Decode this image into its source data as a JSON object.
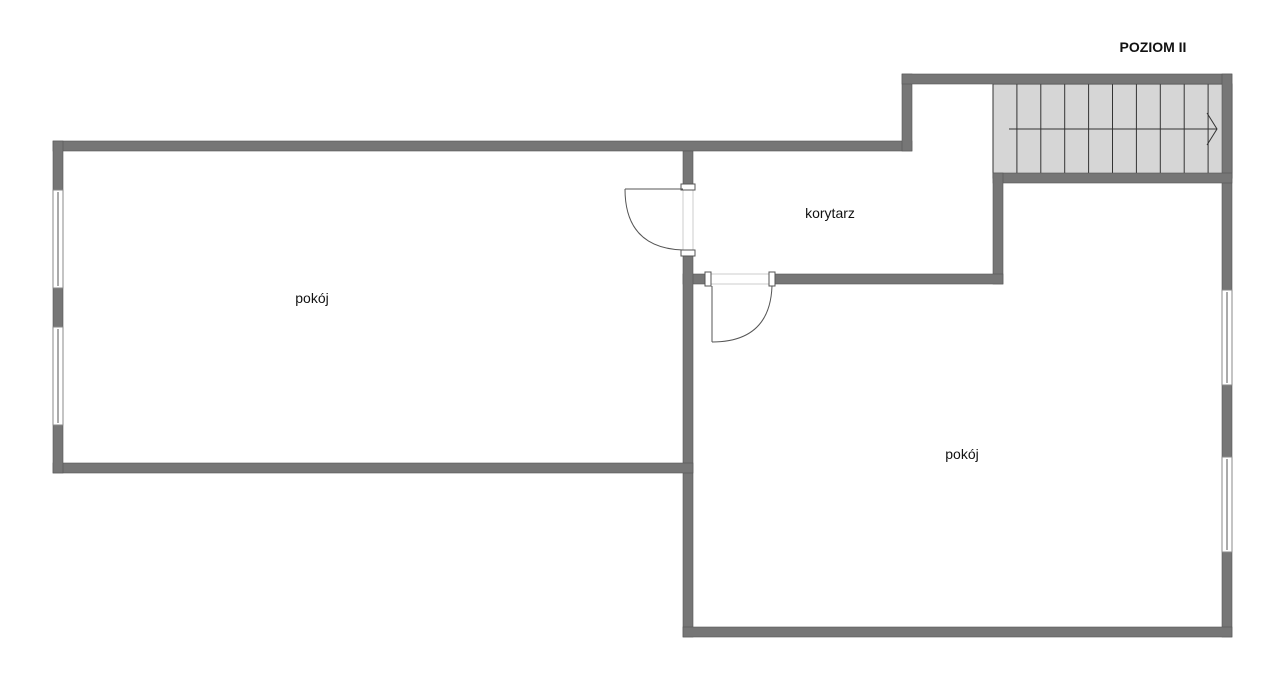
{
  "title": "POZIOM II",
  "rooms": [
    {
      "name": "korytarz"
    },
    {
      "name": "pokój"
    },
    {
      "name": "pokój"
    }
  ],
  "colors": {
    "wall": "#767676",
    "stairs": "#d6d6d6"
  }
}
